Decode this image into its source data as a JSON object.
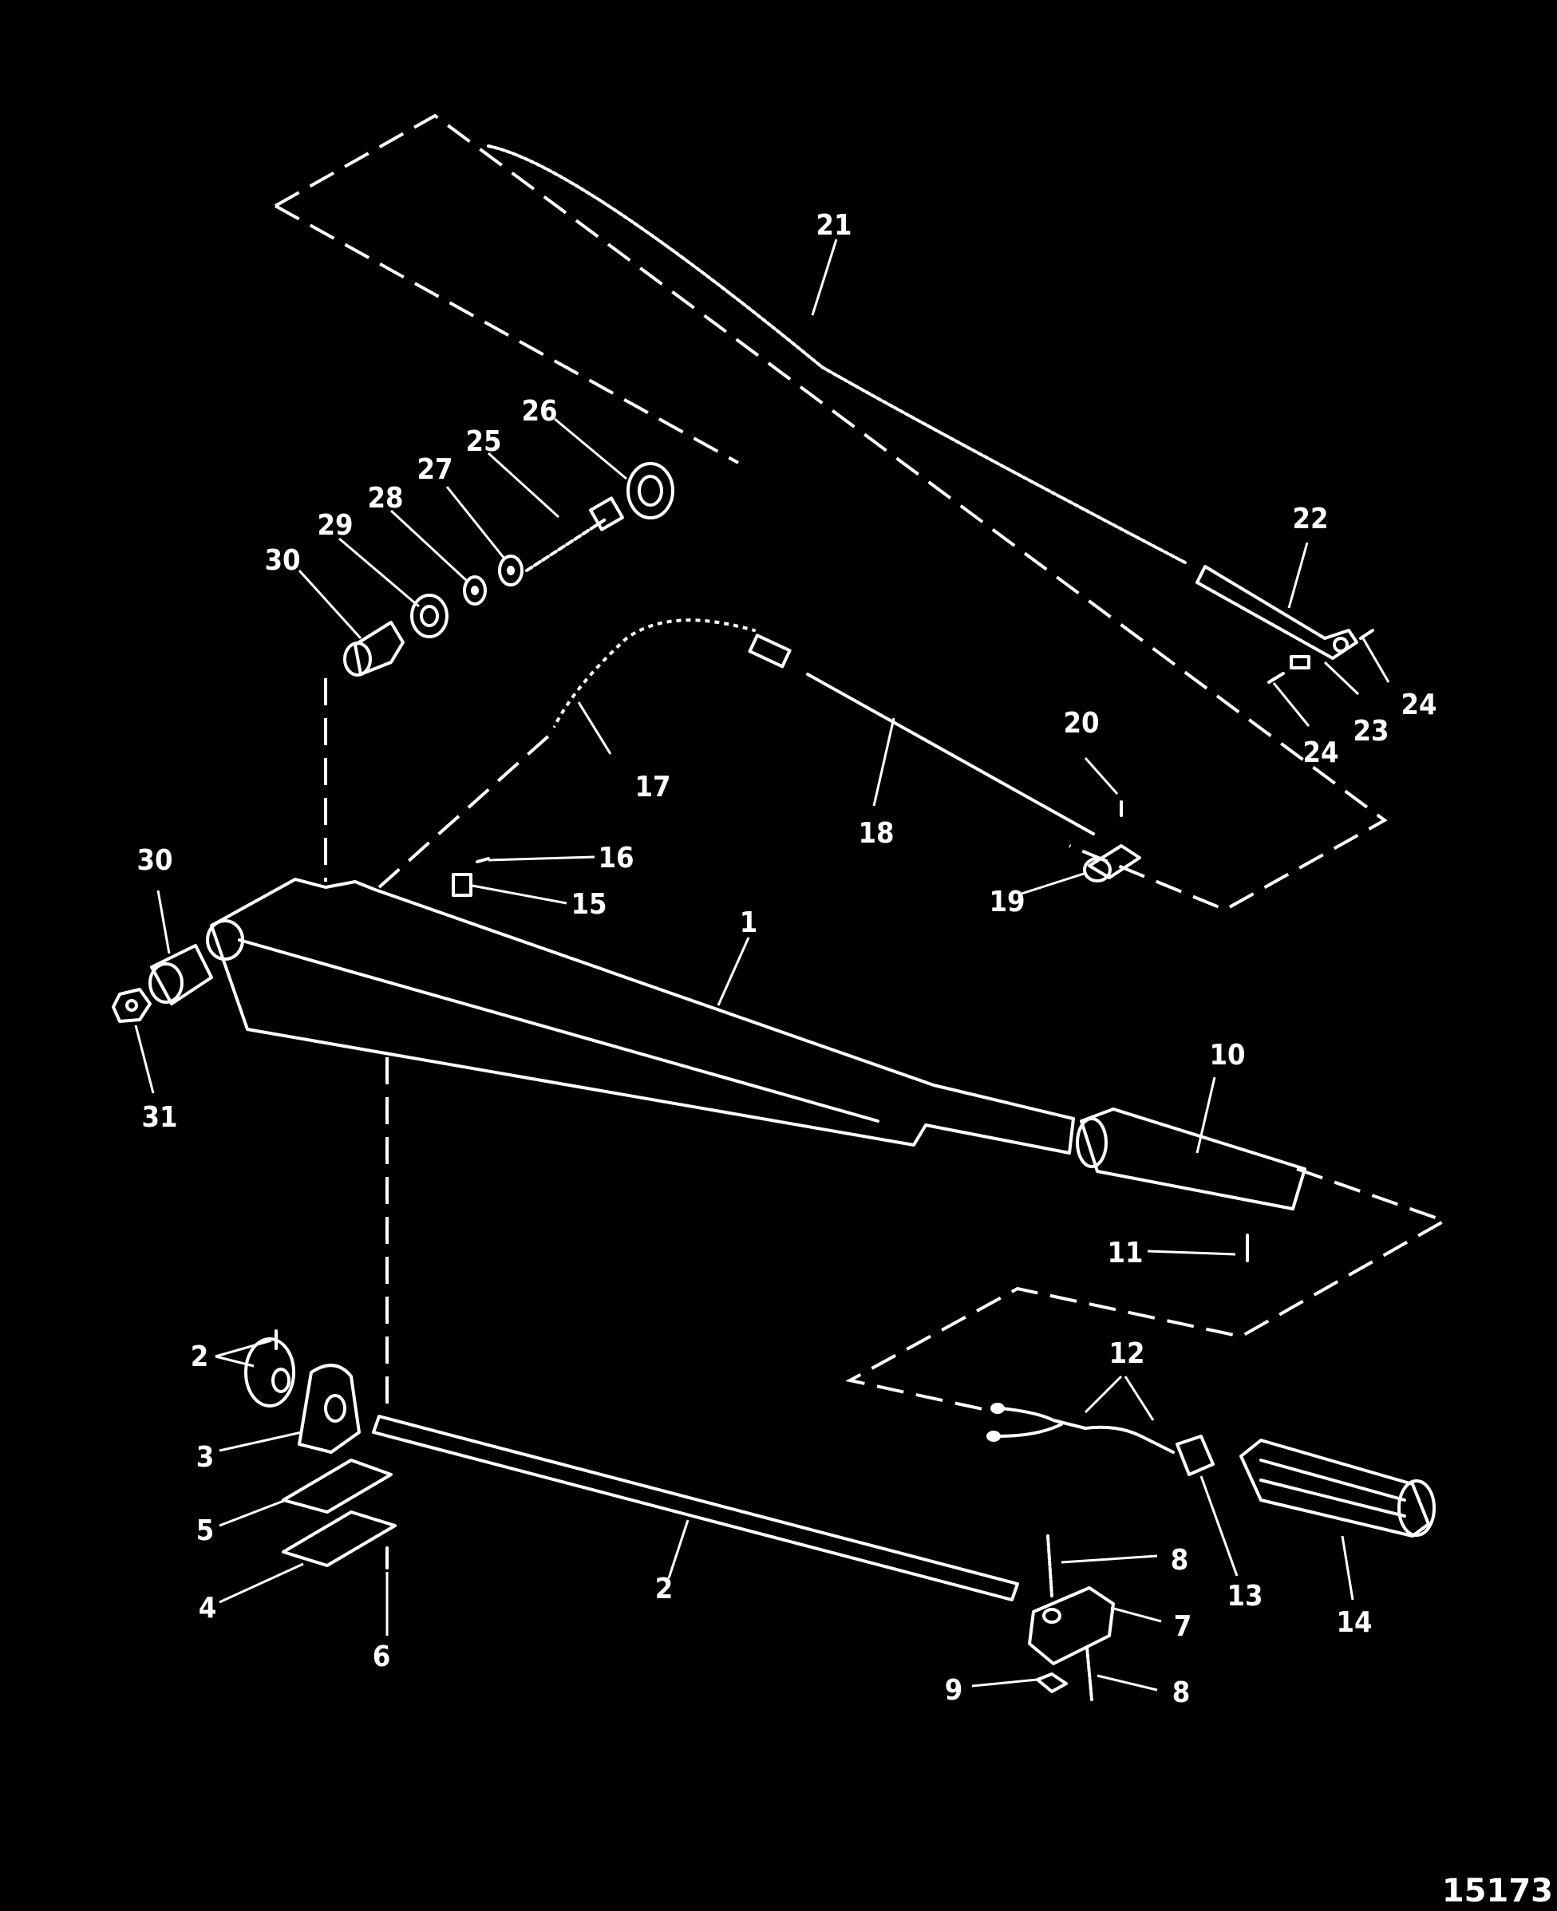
{
  "figure_number": "15173",
  "callouts": {
    "c1": "1",
    "c2a": "2",
    "c2b": "2",
    "c3": "3",
    "c4": "4",
    "c5": "5",
    "c6": "6",
    "c7": "7",
    "c8a": "8",
    "c8b": "8",
    "c9": "9",
    "c10": "10",
    "c11": "11",
    "c12": "12",
    "c13": "13",
    "c14": "14",
    "c15": "15",
    "c16": "16",
    "c17": "17",
    "c18": "18",
    "c19": "19",
    "c20": "20",
    "c21": "21",
    "c22": "22",
    "c23": "23",
    "c24a": "24",
    "c24b": "24",
    "c25": "25",
    "c26": "26",
    "c27": "27",
    "c28": "28",
    "c29": "29",
    "c30a": "30",
    "c30b": "30",
    "c31": "31"
  }
}
